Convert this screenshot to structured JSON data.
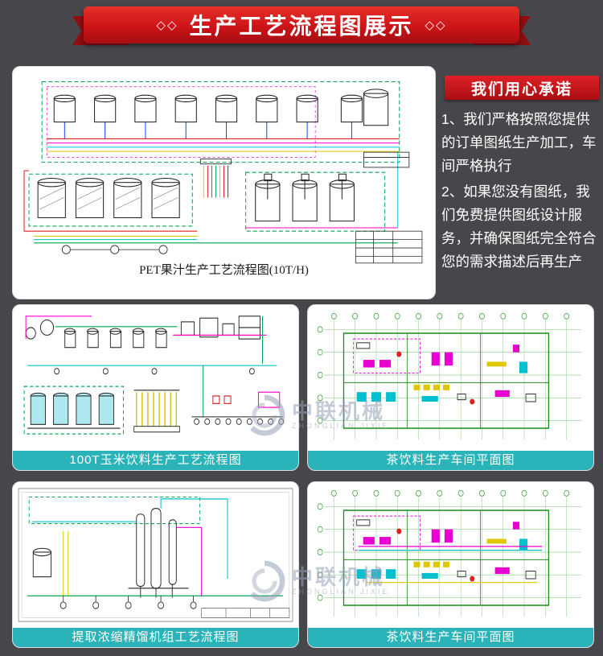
{
  "header": {
    "title": "生产工艺流程图展示",
    "decor_left": "◇◇",
    "decor_right": "◇◇"
  },
  "promise": {
    "badge": "我们用心承诺",
    "p1": "1、我们严格按照您提供的订单图纸生产加工，车间严格执行",
    "p2": "2、如果您没有图纸，我们免费提供图纸设计服务，并确保图纸完全符合您的需求描述后再生产"
  },
  "panels": [
    {
      "caption": "PET果汁生产工艺流程图(10T/H)"
    },
    {
      "caption": "100T玉米饮料生产工艺流程图"
    },
    {
      "caption": "茶饮料生产车间平面图"
    },
    {
      "caption": "提取浓缩精馏机组工艺流程图"
    },
    {
      "caption": "茶饮料生产车间平面图"
    }
  ],
  "watermark": {
    "text": "中联机械",
    "subtext": "ZHONGLIAN JIXIE"
  },
  "colors": {
    "banner_red": "#cc1418",
    "caption_teal": "#2ab3b8",
    "page_bg": "#47474b"
  }
}
